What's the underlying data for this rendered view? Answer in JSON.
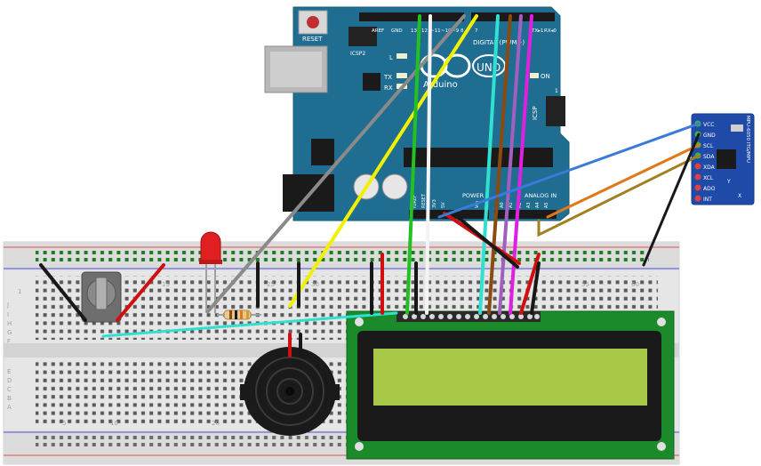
{
  "arduino": {
    "reset_label": "RESET",
    "icsp2_label": "ICSP2",
    "aref_label": "AREF",
    "gnd_label": "GND",
    "pin13_label": "13",
    "pin12_label": "12",
    "pin11_label": "~11",
    "pin10_label": "~10",
    "pin9_label": "~9",
    "pin8_label": "8",
    "pin7_label": "7",
    "digital_label": "DIGITAL (PWM~)",
    "tx1_label": "TX▸1",
    "rx0_label": "RX◂0",
    "l_label": "L",
    "tx_label": "TX",
    "rx_label": "RX",
    "on_label": "ON",
    "brand_label": "Arduino",
    "model_label": "UNO",
    "icsp_label": "ICSP",
    "power_label": "POWER",
    "analog_label": "ANALOG IN",
    "ioref_label": "IOREF",
    "reset2_label": "RESET",
    "v33_label": "3V3",
    "v5_label": "5V",
    "vin_label": "Vin",
    "a0_label": "A0",
    "a1_label": "A1",
    "a2_label": "A2",
    "a3_label": "A3",
    "a4_label": "A4",
    "a5_label": "A5",
    "icsp_num_label": "1"
  },
  "mpu": {
    "vcc": "VCC",
    "gnd": "GND",
    "scl": "SCL",
    "sda": "SDA",
    "xda": "XDA",
    "xcl": "XCL",
    "ado": "ADO",
    "int": "INT",
    "chip_label": "MPU-6050 ITG/MPU",
    "axis_y": "Y",
    "axis_x": "X"
  },
  "breadboard": {
    "col1": "1",
    "col5": "5",
    "col10": "10",
    "col15": "15",
    "col20": "20",
    "col25": "25",
    "col30": "30",
    "col55": "55",
    "col60": "60",
    "row_f": "F",
    "row_g": "G",
    "row_h": "H",
    "row_i": "I",
    "row_j": "J",
    "row_a": "A",
    "row_b": "B",
    "row_c": "C",
    "row_d": "D",
    "row_e": "E"
  },
  "colors": {
    "arduino_board": "#1f6d91",
    "lcd_pcb": "#1b8a2a",
    "lcd_screen": "#a8c848",
    "breadboard": "#eaeaea",
    "wire_green": "#22c022",
    "wire_white": "#f4f4f4",
    "wire_yellow": "#f0f000",
    "wire_gray": "#8a8a8a",
    "wire_cyan": "#30e0d0",
    "wire_brown": "#8a4a10",
    "wire_purple": "#a060c0",
    "wire_magenta": "#e020e0",
    "wire_red": "#d01010",
    "wire_black": "#181818",
    "wire_blue": "#3a7ad8",
    "wire_orange": "#e07818",
    "wire_olive": "#a08020"
  }
}
